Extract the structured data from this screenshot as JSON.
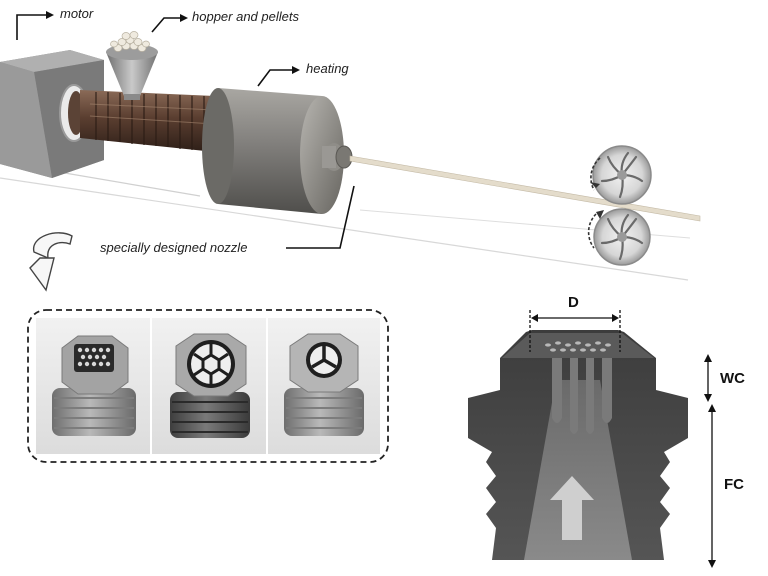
{
  "labels": {
    "motor": "motor",
    "hopper": "hopper and pellets",
    "heating": "heating",
    "nozzle": "specially designed nozzle"
  },
  "dimensions": {
    "d": "D",
    "wc": "WC",
    "fc": "FC"
  },
  "nozzle_photos": [
    "mesh-hole-nozzle-icon",
    "hexagon-pattern-nozzle-icon",
    "three-spoke-nozzle-icon"
  ],
  "colors": {
    "motor": "#8c8c8c",
    "barrel": "#5a3e30",
    "heater": "#7d7b77",
    "filament": "#e4dccb",
    "nozzle_section": "#4a4a4a",
    "flow_arrow": "#cfcfcf"
  }
}
